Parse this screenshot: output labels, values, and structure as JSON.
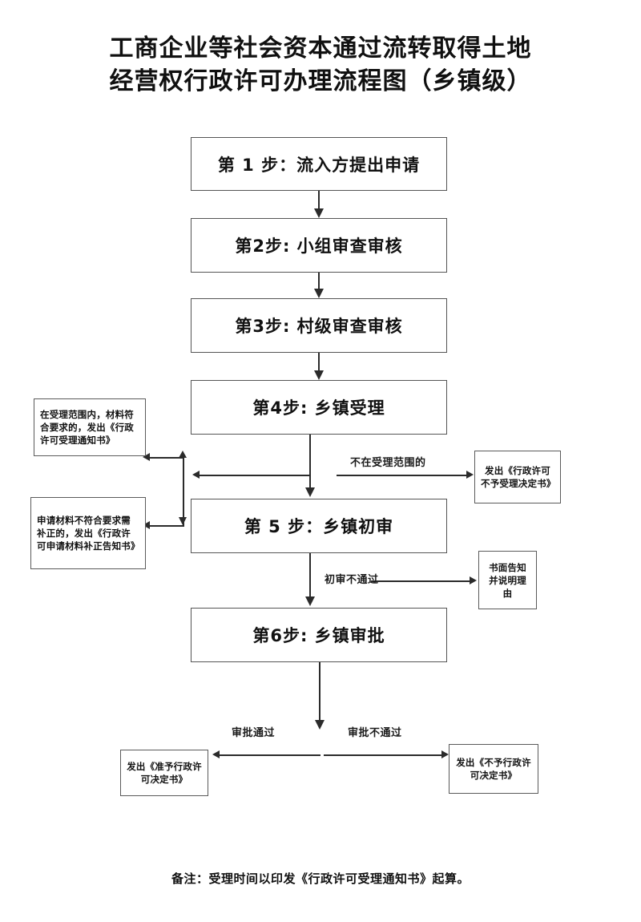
{
  "title": {
    "line1": "工商企业等社会资本通过流转取得土地",
    "line2": "经营权行政许可办理流程图（乡镇级）"
  },
  "steps": [
    {
      "id": "step-1",
      "label": "第 1 步：流入方提出申请"
    },
    {
      "id": "step-2",
      "label": "第2步: 小组审查审核"
    },
    {
      "id": "step-3",
      "label": "第3步: 村级审查审核"
    },
    {
      "id": "step-4",
      "label": "第4步: 乡镇受理"
    },
    {
      "id": "step-5",
      "label": "第 5 步：乡镇初审"
    },
    {
      "id": "step-6",
      "label": "第6步: 乡镇审批"
    }
  ],
  "notes": {
    "accept_in_scope": "在受理范围内，材料符合要求的，发出《行政许可受理通知书》",
    "need_correction": "申请材料不符合要求需补正的，发出《行政许可申请材料补正告知书》",
    "not_in_scope_result": "发出《行政许可不予受理决定书》",
    "written_notice": "书面告知并说明理由",
    "approve_result": "发出《准予行政许可决定书》",
    "reject_result": "发出《不予行政许可决定书》"
  },
  "edge_labels": {
    "not_in_scope": "不在受理范围的",
    "first_review_fail": "初审不通过",
    "approval_pass": "审批通过",
    "approval_fail": "审批不通过"
  },
  "footer": {
    "remark": "备注：受理时间以印发《行政许可受理通知书》起算。"
  },
  "colors": {
    "page_background": "#ffffff",
    "box_border": "#4a4a4a",
    "connector": "#2b2b2b",
    "text": "#111111"
  }
}
